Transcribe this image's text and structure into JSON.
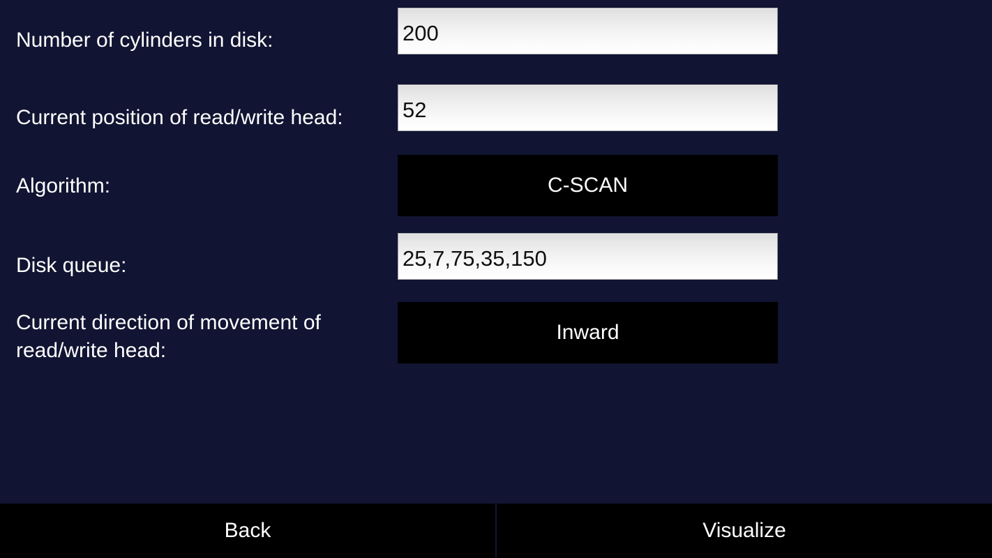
{
  "app": {
    "background_color": "#111432",
    "accent_black": "#000000",
    "text_color": "#ffffff"
  },
  "form": {
    "rows": [
      {
        "id": "cylinders",
        "label": "Number of cylinders in disk:",
        "control": "text-input",
        "value": "200",
        "placeholder": ""
      },
      {
        "id": "head-position",
        "label": "Current position of read/write head:",
        "control": "text-input",
        "value": "52",
        "placeholder": ""
      },
      {
        "id": "algorithm",
        "label": "Algorithm:",
        "control": "spinner",
        "value": "C-SCAN"
      },
      {
        "id": "disk-queue",
        "label": "Disk queue:",
        "control": "text-input",
        "value": "25,7,75,35,150",
        "placeholder": ""
      },
      {
        "id": "direction",
        "label": "Current direction of movement of\nread/write head:",
        "control": "spinner",
        "value": "Inward"
      }
    ]
  },
  "bottom_bar": {
    "back_label": "Back",
    "visualize_label": "Visualize"
  }
}
